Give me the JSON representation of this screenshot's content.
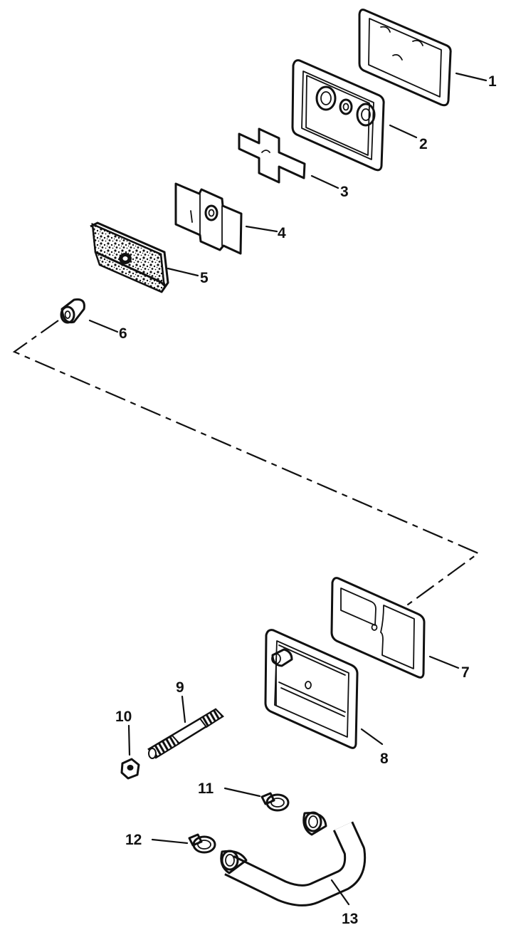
{
  "diagram": {
    "parts": [
      {
        "id": "part-1",
        "label": "1"
      },
      {
        "id": "part-2",
        "label": "2"
      },
      {
        "id": "part-3",
        "label": "3"
      },
      {
        "id": "part-4",
        "label": "4"
      },
      {
        "id": "part-5",
        "label": "5"
      },
      {
        "id": "part-6",
        "label": "6"
      },
      {
        "id": "part-7",
        "label": "7"
      },
      {
        "id": "part-8",
        "label": "8"
      },
      {
        "id": "part-9",
        "label": "9"
      },
      {
        "id": "part-10",
        "label": "10"
      },
      {
        "id": "part-11",
        "label": "11"
      },
      {
        "id": "part-12",
        "label": "12"
      },
      {
        "id": "part-13",
        "label": "13"
      }
    ]
  }
}
